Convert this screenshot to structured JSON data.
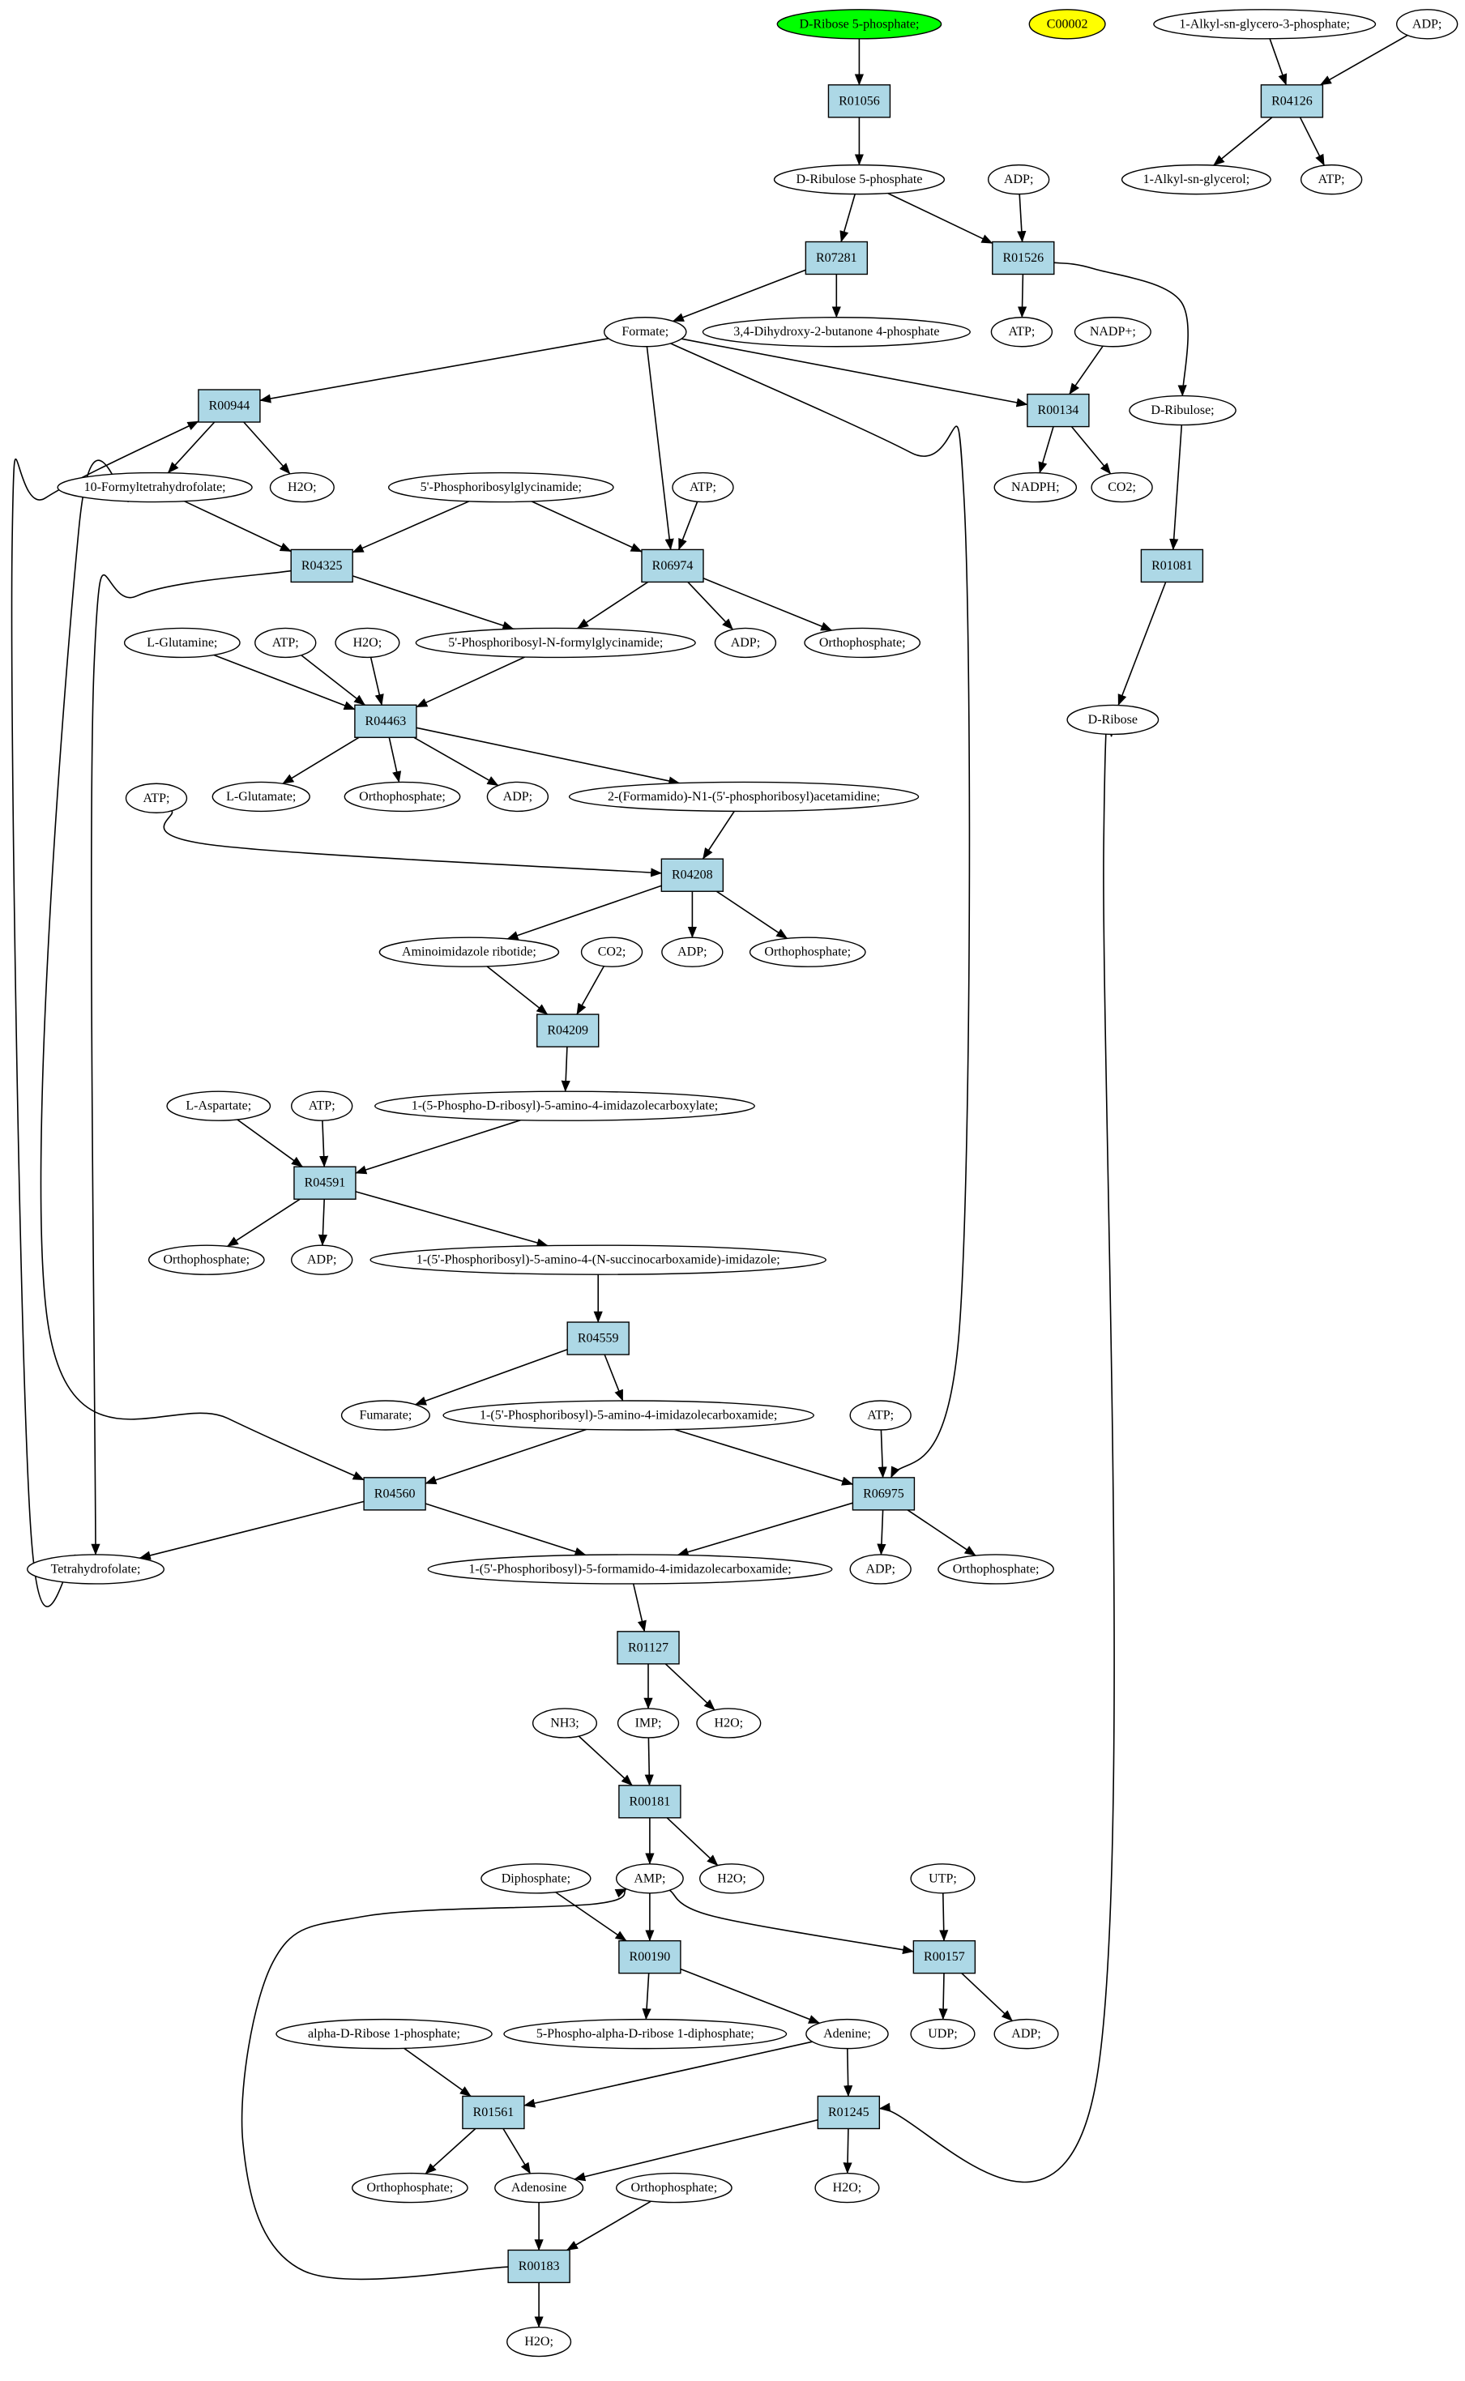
{
  "colors": {
    "reaction_fill": "#add8e6",
    "start_fill": "#00ff00",
    "highlight_fill": "#ffff00",
    "stroke": "#000000"
  },
  "reactions": [
    {
      "id": "R01056",
      "label": "R01056"
    },
    {
      "id": "R04126",
      "label": "R04126"
    },
    {
      "id": "R07281",
      "label": "R07281"
    },
    {
      "id": "R01526",
      "label": "R01526"
    },
    {
      "id": "R00944",
      "label": "R00944"
    },
    {
      "id": "R00134",
      "label": "R00134"
    },
    {
      "id": "R04325",
      "label": "R04325"
    },
    {
      "id": "R06974",
      "label": "R06974"
    },
    {
      "id": "R01081",
      "label": "R01081"
    },
    {
      "id": "R04463",
      "label": "R04463"
    },
    {
      "id": "R04208",
      "label": "R04208"
    },
    {
      "id": "R04209",
      "label": "R04209"
    },
    {
      "id": "R04591",
      "label": "R04591"
    },
    {
      "id": "R04559",
      "label": "R04559"
    },
    {
      "id": "R04560",
      "label": "R04560"
    },
    {
      "id": "R06975",
      "label": "R06975"
    },
    {
      "id": "R01127",
      "label": "R01127"
    },
    {
      "id": "R00181",
      "label": "R00181"
    },
    {
      "id": "R00190",
      "label": "R00190"
    },
    {
      "id": "R00157",
      "label": "R00157"
    },
    {
      "id": "R01561",
      "label": "R01561"
    },
    {
      "id": "R01245",
      "label": "R01245"
    },
    {
      "id": "R00183",
      "label": "R00183"
    }
  ],
  "compounds": [
    {
      "id": "c_dr5p",
      "label": "D-Ribose 5-phosphate;",
      "style": "start"
    },
    {
      "id": "c_c00002",
      "label": "C00002",
      "style": "highlight"
    },
    {
      "id": "c_alkylg3p",
      "label": "1-Alkyl-sn-glycero-3-phosphate;"
    },
    {
      "id": "c_adp_top",
      "label": "ADP;"
    },
    {
      "id": "c_dru5p",
      "label": "D-Ribulose 5-phosphate"
    },
    {
      "id": "c_adp_1526",
      "label": "ADP;"
    },
    {
      "id": "c_alkylg",
      "label": "1-Alkyl-sn-glycerol;"
    },
    {
      "id": "c_atp_4126",
      "label": "ATP;"
    },
    {
      "id": "c_formate",
      "label": "Formate;"
    },
    {
      "id": "c_dhbp",
      "label": "3,4-Dihydroxy-2-butanone 4-phosphate"
    },
    {
      "id": "c_atp_1526",
      "label": "ATP;"
    },
    {
      "id": "c_nadp",
      "label": "NADP+;"
    },
    {
      "id": "c_dribulose",
      "label": "D-Ribulose;"
    },
    {
      "id": "c_10fthf",
      "label": "10-Formyltetrahydrofolate;"
    },
    {
      "id": "c_h2o_944",
      "label": "H2O;"
    },
    {
      "id": "c_gar",
      "label": "5'-Phosphoribosylglycinamide;"
    },
    {
      "id": "c_atp_6974",
      "label": "ATP;"
    },
    {
      "id": "c_nadph",
      "label": "NADPH;"
    },
    {
      "id": "c_co2_134",
      "label": "CO2;"
    },
    {
      "id": "c_lgln",
      "label": "L-Glutamine;"
    },
    {
      "id": "c_atp_4463",
      "label": "ATP;"
    },
    {
      "id": "c_h2o_4463",
      "label": "H2O;"
    },
    {
      "id": "c_fgar",
      "label": "5'-Phosphoribosyl-N-formylglycinamide;"
    },
    {
      "id": "c_adp_6974",
      "label": "ADP;"
    },
    {
      "id": "c_pi_6974",
      "label": "Orthophosphate;"
    },
    {
      "id": "c_dribose",
      "label": "D-Ribose"
    },
    {
      "id": "c_lglu",
      "label": "L-Glutamate;"
    },
    {
      "id": "c_pi_4463",
      "label": "Orthophosphate;"
    },
    {
      "id": "c_adp_4463",
      "label": "ADP;"
    },
    {
      "id": "c_fgam",
      "label": "2-(Formamido)-N1-(5'-phosphoribosyl)acetamidine;"
    },
    {
      "id": "c_atp_4208",
      "label": "ATP;"
    },
    {
      "id": "c_air",
      "label": "Aminoimidazole ribotide;"
    },
    {
      "id": "c_co2_4209",
      "label": "CO2;"
    },
    {
      "id": "c_adp_4208",
      "label": "ADP;"
    },
    {
      "id": "c_pi_4208",
      "label": "Orthophosphate;"
    },
    {
      "id": "c_cair",
      "label": "1-(5-Phospho-D-ribosyl)-5-amino-4-imidazolecarboxylate;"
    },
    {
      "id": "c_lasp",
      "label": "L-Aspartate;"
    },
    {
      "id": "c_atp_4591",
      "label": "ATP;"
    },
    {
      "id": "c_pi_4591",
      "label": "Orthophosphate;"
    },
    {
      "id": "c_adp_4591",
      "label": "ADP;"
    },
    {
      "id": "c_saicar",
      "label": "1-(5'-Phosphoribosyl)-5-amino-4-(N-succinocarboxamide)-imidazole;"
    },
    {
      "id": "c_fum",
      "label": "Fumarate;"
    },
    {
      "id": "c_aicar",
      "label": "1-(5'-Phosphoribosyl)-5-amino-4-imidazolecarboxamide;"
    },
    {
      "id": "c_atp_6975",
      "label": "ATP;"
    },
    {
      "id": "c_thf",
      "label": "Tetrahydrofolate;"
    },
    {
      "id": "c_faicar",
      "label": "1-(5'-Phosphoribosyl)-5-formamido-4-imidazolecarboxamide;"
    },
    {
      "id": "c_adp_6975",
      "label": "ADP;"
    },
    {
      "id": "c_pi_6975",
      "label": "Orthophosphate;"
    },
    {
      "id": "c_nh3",
      "label": "NH3;"
    },
    {
      "id": "c_imp",
      "label": "IMP;"
    },
    {
      "id": "c_h2o_1127",
      "label": "H2O;"
    },
    {
      "id": "c_ppi",
      "label": "Diphosphate;"
    },
    {
      "id": "c_amp",
      "label": "AMP;"
    },
    {
      "id": "c_h2o_181",
      "label": "H2O;"
    },
    {
      "id": "c_utp",
      "label": "UTP;"
    },
    {
      "id": "c_r1p",
      "label": "alpha-D-Ribose 1-phosphate;"
    },
    {
      "id": "c_prpp",
      "label": "5-Phospho-alpha-D-ribose 1-diphosphate;"
    },
    {
      "id": "c_adenine",
      "label": "Adenine;"
    },
    {
      "id": "c_udp",
      "label": "UDP;"
    },
    {
      "id": "c_adp_157",
      "label": "ADP;"
    },
    {
      "id": "c_pi_1561",
      "label": "Orthophosphate;"
    },
    {
      "id": "c_adenosine",
      "label": "Adenosine"
    },
    {
      "id": "c_pi_183",
      "label": "Orthophosphate;"
    },
    {
      "id": "c_h2o_1245",
      "label": "H2O;"
    },
    {
      "id": "c_h2o_183",
      "label": "H2O;"
    }
  ]
}
